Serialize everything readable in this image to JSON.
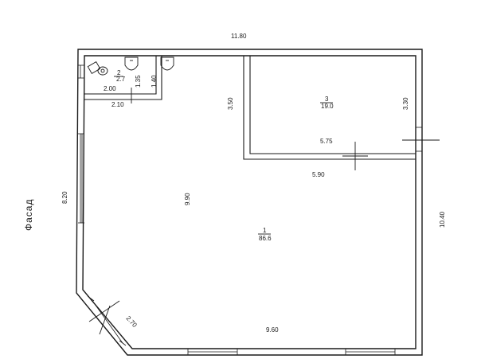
{
  "facade_label": "Фасад",
  "dimensions": {
    "total_width": "11.80",
    "left_height": "8.20",
    "right_height": "10.40",
    "room1_height": "9.90",
    "room1_width": "9.60",
    "diagonal": "2.70",
    "room3_height_left": "3.50",
    "room3_height_right": "3.30",
    "room3_inner_width": "5.75",
    "room3_outer_width": "5.90",
    "wc_width": "2.00",
    "wc_outer_width": "2.10",
    "wc_height": "1.35",
    "wc_height_2": "1.40"
  },
  "rooms": [
    {
      "number": "1",
      "area": "86.6"
    },
    {
      "number": "2",
      "area": "2.7"
    },
    {
      "number": "3",
      "area": "19.0"
    }
  ]
}
